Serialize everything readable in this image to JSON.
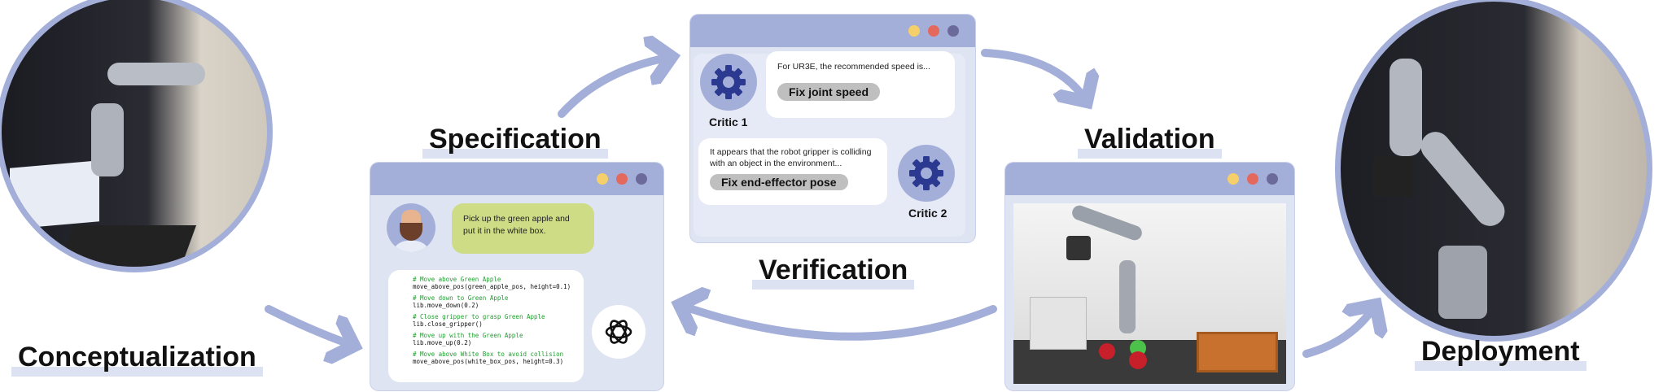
{
  "stages": {
    "conceptualization": "Conceptualization",
    "specification": "Specification",
    "verification": "Verification",
    "validation": "Validation",
    "deployment": "Deployment"
  },
  "specification_window": {
    "user_prompt": "Pick up the green apple and put it in the white box.",
    "code": [
      {
        "comment": "# Move above Green Apple",
        "line": "move_above_pos(green_apple_pos, height=0.1)"
      },
      {
        "comment": "# Move down to Green Apple",
        "line": "lib.move_down(0.2)"
      },
      {
        "comment": "# Close gripper to grasp Green Apple",
        "line": "lib.close_gripper()"
      },
      {
        "comment": "# Move up with the Green Apple",
        "line": "lib.move_up(0.2)"
      },
      {
        "comment": "# Move above White Box to avoid collision",
        "line": "move_above_pos(white_box_pos, height=0.3)"
      }
    ]
  },
  "verification_window": {
    "critic1": {
      "label": "Critic 1",
      "message": "For UR3E, the recommended speed is...",
      "action": "Fix joint speed"
    },
    "critic2": {
      "label": "Critic 2",
      "message": "It appears that the robot gripper is colliding with an object in the environment...",
      "action": "Fix end-effector pose"
    }
  },
  "colors": {
    "accent": "#a3afd9",
    "window_bg": "#dfe4f3",
    "gear": "#2b3990",
    "dot_yellow": "#f5cf6a",
    "dot_red": "#e5685c",
    "dot_purple": "#6c6a9a",
    "prompt_bubble": "#cfdc86"
  }
}
